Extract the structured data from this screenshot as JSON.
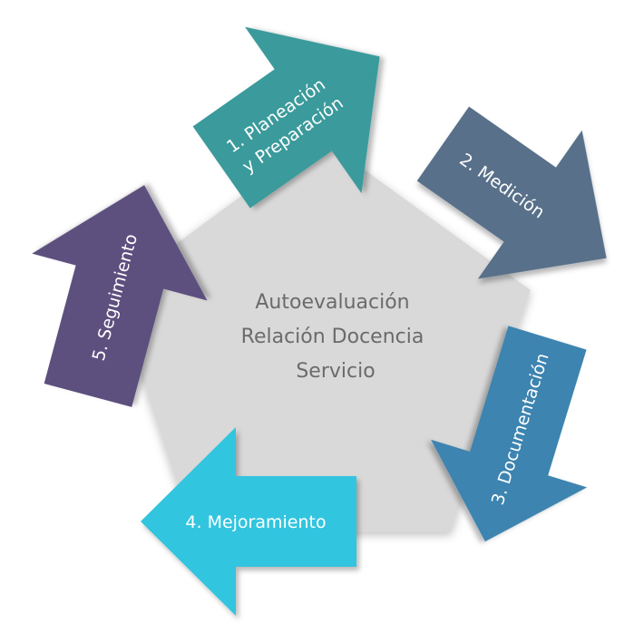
{
  "center": {
    "lines": [
      "Autoevaluación",
      "Relación Docencia",
      "Servicio"
    ],
    "color": "#d9d9d9",
    "text_color": "#6b6b6b"
  },
  "steps": [
    {
      "lines": [
        "1. Planeación",
        "y Preparación"
      ],
      "color": "#3b9a9b"
    },
    {
      "lines": [
        "2. Medición"
      ],
      "color": "#587089"
    },
    {
      "lines": [
        "3. Documentación"
      ],
      "color": "#3c84b0"
    },
    {
      "lines": [
        "4. Mejoramiento"
      ],
      "color": "#30c5df"
    },
    {
      "lines": [
        "5. Seguimiento"
      ],
      "color": "#5d4f7e"
    }
  ]
}
